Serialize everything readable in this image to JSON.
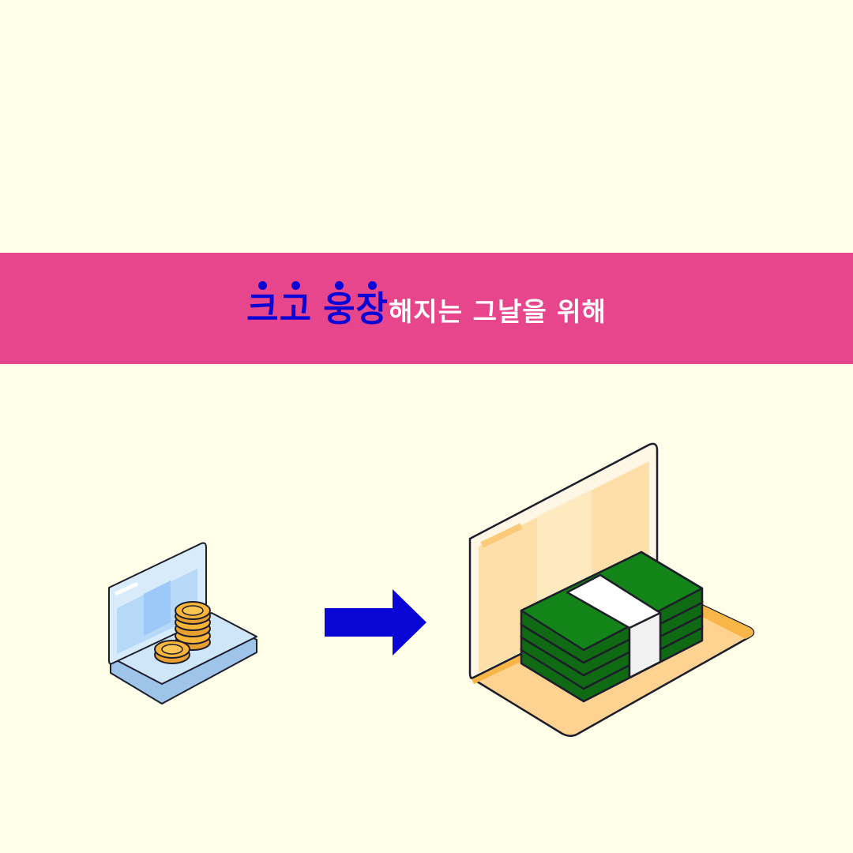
{
  "headline": {
    "emphasis_1": "크고",
    "emphasis_2": "웅장",
    "rest": "해지는 그날을 위해"
  },
  "colors": {
    "background": "#fefee9",
    "banner": "#e8468c",
    "emphasis_text": "#0a07d6",
    "rest_text": "#ffffff",
    "arrow": "#0a07d6",
    "cash": "#138418",
    "coin": "#f9b53a"
  },
  "icons": {
    "small": "laptop-with-coins-icon",
    "arrow": "right-arrow-icon",
    "large": "laptop-with-cash-stack-icon"
  }
}
